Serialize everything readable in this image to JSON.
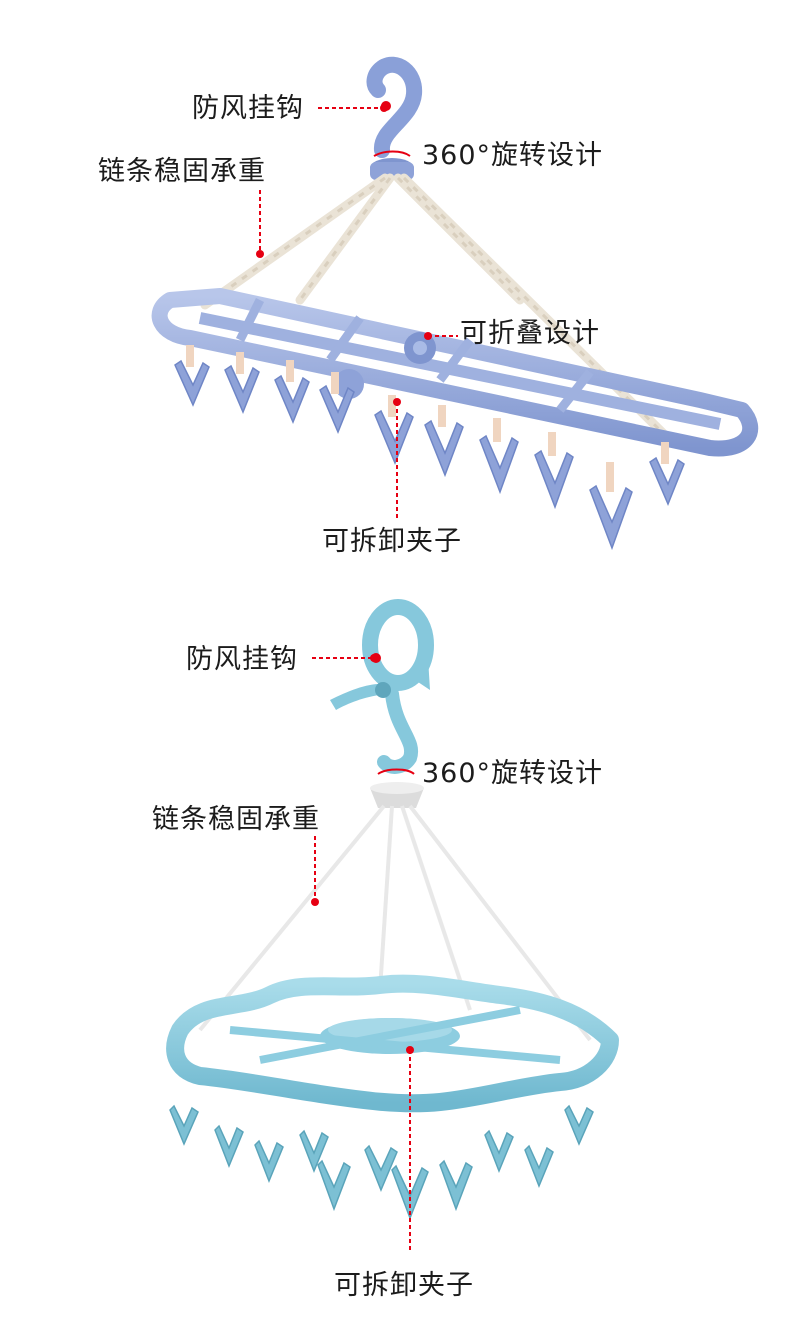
{
  "colors": {
    "blue_hanger": "#93a6d6",
    "teal_hanger": "#8ecfe0",
    "annotation_red": "#e60012",
    "label_text": "#1c1c1c"
  },
  "panels": [
    {
      "name": "rectangular-hanger",
      "labels": {
        "hook": "防风挂钩",
        "rotation": "360°旋转设计",
        "chain": "链条稳固承重",
        "fold": "可折叠设计",
        "clips": "可拆卸夹子"
      }
    },
    {
      "name": "round-hanger",
      "labels": {
        "hook": "防风挂钩",
        "rotation": "360°旋转设计",
        "chain": "链条稳固承重",
        "clips": "可拆卸夹子"
      }
    }
  ]
}
